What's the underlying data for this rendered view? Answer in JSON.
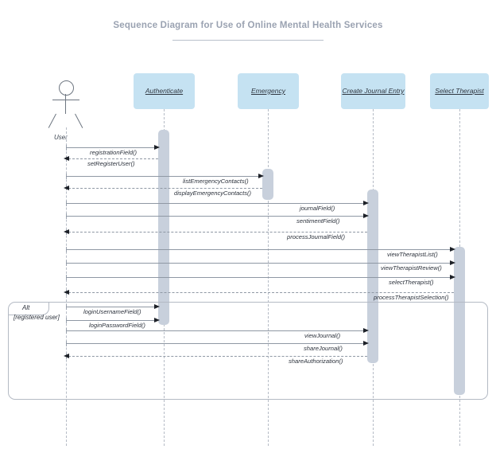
{
  "diagram": {
    "title": "Sequence Diagram for Use of Online Mental Health Services",
    "type": "uml-sequence-diagram",
    "colors": {
      "lifeline_head_fill": "#c5e2f2",
      "activation_fill": "#c8d0dc",
      "line": "#8f98a4",
      "title_text": "#9aa2b1",
      "label_text": "#2c323c"
    },
    "actor": {
      "name": "User",
      "icon": "stick-figure-actor"
    },
    "participants": [
      {
        "id": "authenticate",
        "label": "Authenticate"
      },
      {
        "id": "emergency",
        "label": "Emergency"
      },
      {
        "id": "journal",
        "label": "Create Journal Entry"
      },
      {
        "id": "therapist",
        "label": "Select Therapist"
      }
    ],
    "messages": [
      {
        "index": 1,
        "label": "registrationField()",
        "from": "User",
        "to": "Authenticate",
        "kind": "call",
        "direction": "right"
      },
      {
        "index": 2,
        "label": "setRegisterUser()",
        "from": "Authenticate",
        "to": "User",
        "kind": "return",
        "direction": "left"
      },
      {
        "index": 3,
        "label": "listEmergencyContacts()",
        "from": "User",
        "to": "Emergency",
        "kind": "call",
        "direction": "right"
      },
      {
        "index": 4,
        "label": "displayEmergencyContacts()",
        "from": "Emergency",
        "to": "User",
        "kind": "return",
        "direction": "left"
      },
      {
        "index": 5,
        "label": "journalField()",
        "from": "User",
        "to": "Create Journal Entry",
        "kind": "call",
        "direction": "right"
      },
      {
        "index": 6,
        "label": "sentimentField()",
        "from": "User",
        "to": "Create Journal Entry",
        "kind": "call",
        "direction": "right"
      },
      {
        "index": 7,
        "label": "processJournalField()",
        "from": "Create Journal Entry",
        "to": "User",
        "kind": "return",
        "direction": "left"
      },
      {
        "index": 8,
        "label": "viewTherapistList()",
        "from": "User",
        "to": "Select Therapist",
        "kind": "call",
        "direction": "right"
      },
      {
        "index": 9,
        "label": "viewTherapistReview()",
        "from": "User",
        "to": "Select Therapist",
        "kind": "call",
        "direction": "right"
      },
      {
        "index": 10,
        "label": "selectTherapist()",
        "from": "User",
        "to": "Select Therapist",
        "kind": "call",
        "direction": "right"
      },
      {
        "index": 11,
        "label": "processTherapistSelection()",
        "from": "Select Therapist",
        "to": "User",
        "kind": "return",
        "direction": "left"
      },
      {
        "index": 12,
        "label": "loginUsernameField()",
        "from": "User",
        "to": "Authenticate",
        "kind": "call",
        "direction": "right"
      },
      {
        "index": 13,
        "label": "loginPasswordField()",
        "from": "User",
        "to": "Authenticate",
        "kind": "call",
        "direction": "right"
      },
      {
        "index": 14,
        "label": "viewJournal()",
        "from": "User",
        "to": "Create Journal Entry",
        "kind": "call",
        "direction": "right"
      },
      {
        "index": 15,
        "label": "shareJournal()",
        "from": "User",
        "to": "Create Journal Entry",
        "kind": "call",
        "direction": "right"
      },
      {
        "index": 16,
        "label": "shareAuthorization()",
        "from": "Create Journal Entry",
        "to": "User",
        "kind": "return",
        "direction": "left"
      }
    ],
    "fragment": {
      "operator": "Alt",
      "guard": "[registered user]"
    }
  }
}
